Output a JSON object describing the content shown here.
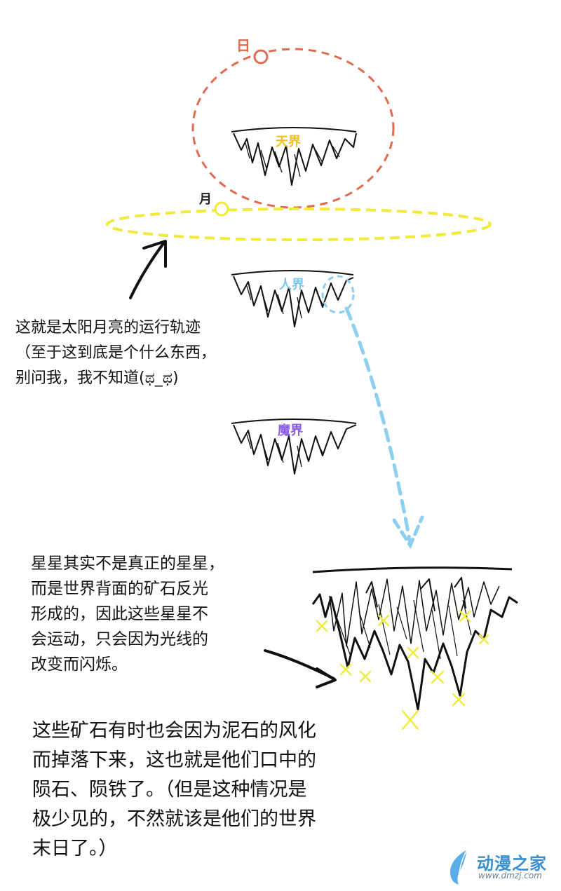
{
  "labels": {
    "sun": "日",
    "moon": "月",
    "heaven": "天界",
    "human": "人界",
    "demon": "魔界"
  },
  "notes": {
    "orbit": [
      "这就是太阳月亮的运行轨迹",
      "（至于这到底是个什么东西，",
      "别问我，我不知道(ಥ_ಥ)"
    ],
    "stars": [
      "星星其实不是真正的星星，",
      "而是世界背面的矿石反光",
      "形成的，因此这些星星不",
      "会运动，只会因为光线的",
      "改变而闪烁。"
    ],
    "meteor": [
      "这些矿石有时也会因为泥石的风化",
      "而掉落下来，这也就是他们口中的",
      "陨石、陨铁了。（但是这种情况是",
      "极少见的，不然就该是他们的世界",
      "末日了。）"
    ]
  },
  "watermark": {
    "name": "动漫之家",
    "url": "www.dmzj.com"
  },
  "colors": {
    "sun_orbit": "#e06a50",
    "moon_orbit": "#f2ea3a",
    "heaven_label": "#f0c020",
    "human_label": "#7ec8ee",
    "demon_label": "#8a5ce8",
    "arrow_blue": "#8ccfef",
    "ore_glint": "#f0ec3c",
    "ink": "#111111",
    "watermark": "#3a8fd0"
  }
}
